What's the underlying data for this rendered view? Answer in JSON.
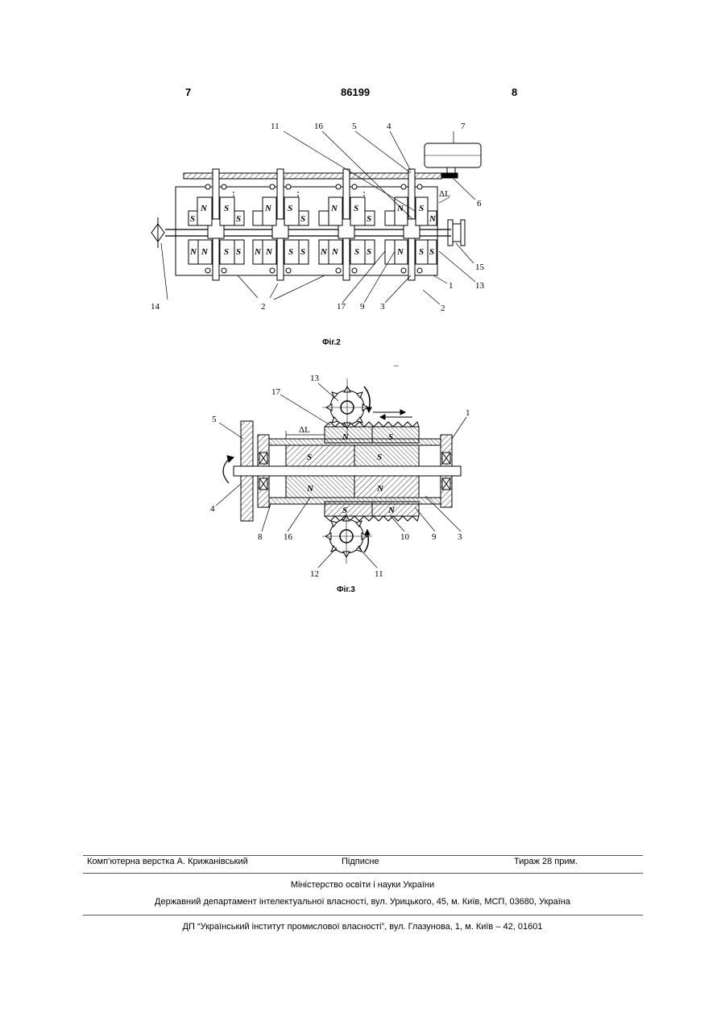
{
  "header": {
    "page_left": "7",
    "patent_number": "86199",
    "page_right": "8"
  },
  "fig2": {
    "caption": "Фіг.2",
    "labels": {
      "l11": "11",
      "l16": "16",
      "l5": "5",
      "l4": "4",
      "l7": "7",
      "l6": "6",
      "dl": "ΔL",
      "l15": "15",
      "l13": "13",
      "l1": "1",
      "l2a": "2",
      "l2b": "2",
      "l14": "14",
      "l17": "17",
      "l9": "9",
      "l3": "3"
    },
    "poles_top": [
      "S",
      "N",
      "S",
      "S",
      "N",
      "S",
      "S",
      "N",
      "S",
      "S",
      "N",
      "S",
      "N"
    ],
    "poles_bottom": [
      "N",
      "N",
      "S",
      "S",
      "N",
      "N",
      "S",
      "S",
      "N",
      "N",
      "S",
      "S",
      "N",
      "S",
      "S"
    ]
  },
  "fig3": {
    "caption": "Фіг.3",
    "labels": {
      "l13": "13",
      "l17": "17",
      "l5": "5",
      "l1": "1",
      "dl": "ΔL",
      "l4": "4",
      "l8": "8",
      "l16": "16",
      "l10": "10",
      "l9": "9",
      "l3": "3",
      "l12": "12",
      "l11": "11",
      "dash": "–"
    },
    "poles": {
      "rack_top_left": "N",
      "rack_top_right": "S",
      "mag_top_left": "S",
      "mag_top_right": "S",
      "mag_bot_left": "N",
      "mag_bot_right": "N",
      "rack_bot_left": "S",
      "rack_bot_right": "N"
    }
  },
  "footer": {
    "layout": "Комп’ютерна верстка А. Крижанівський",
    "signed": "Підписне",
    "circulation": "Тираж 28 прим.",
    "ministry": "Міністерство освіти і науки України",
    "department": "Державний департамент інтелектуальної власності, вул. Урицького, 45, м. Київ, МСП, 03680, Україна",
    "institute": "ДП “Український інститут промислової власності”, вул. Глазунова, 1, м. Київ – 42, 01601"
  }
}
